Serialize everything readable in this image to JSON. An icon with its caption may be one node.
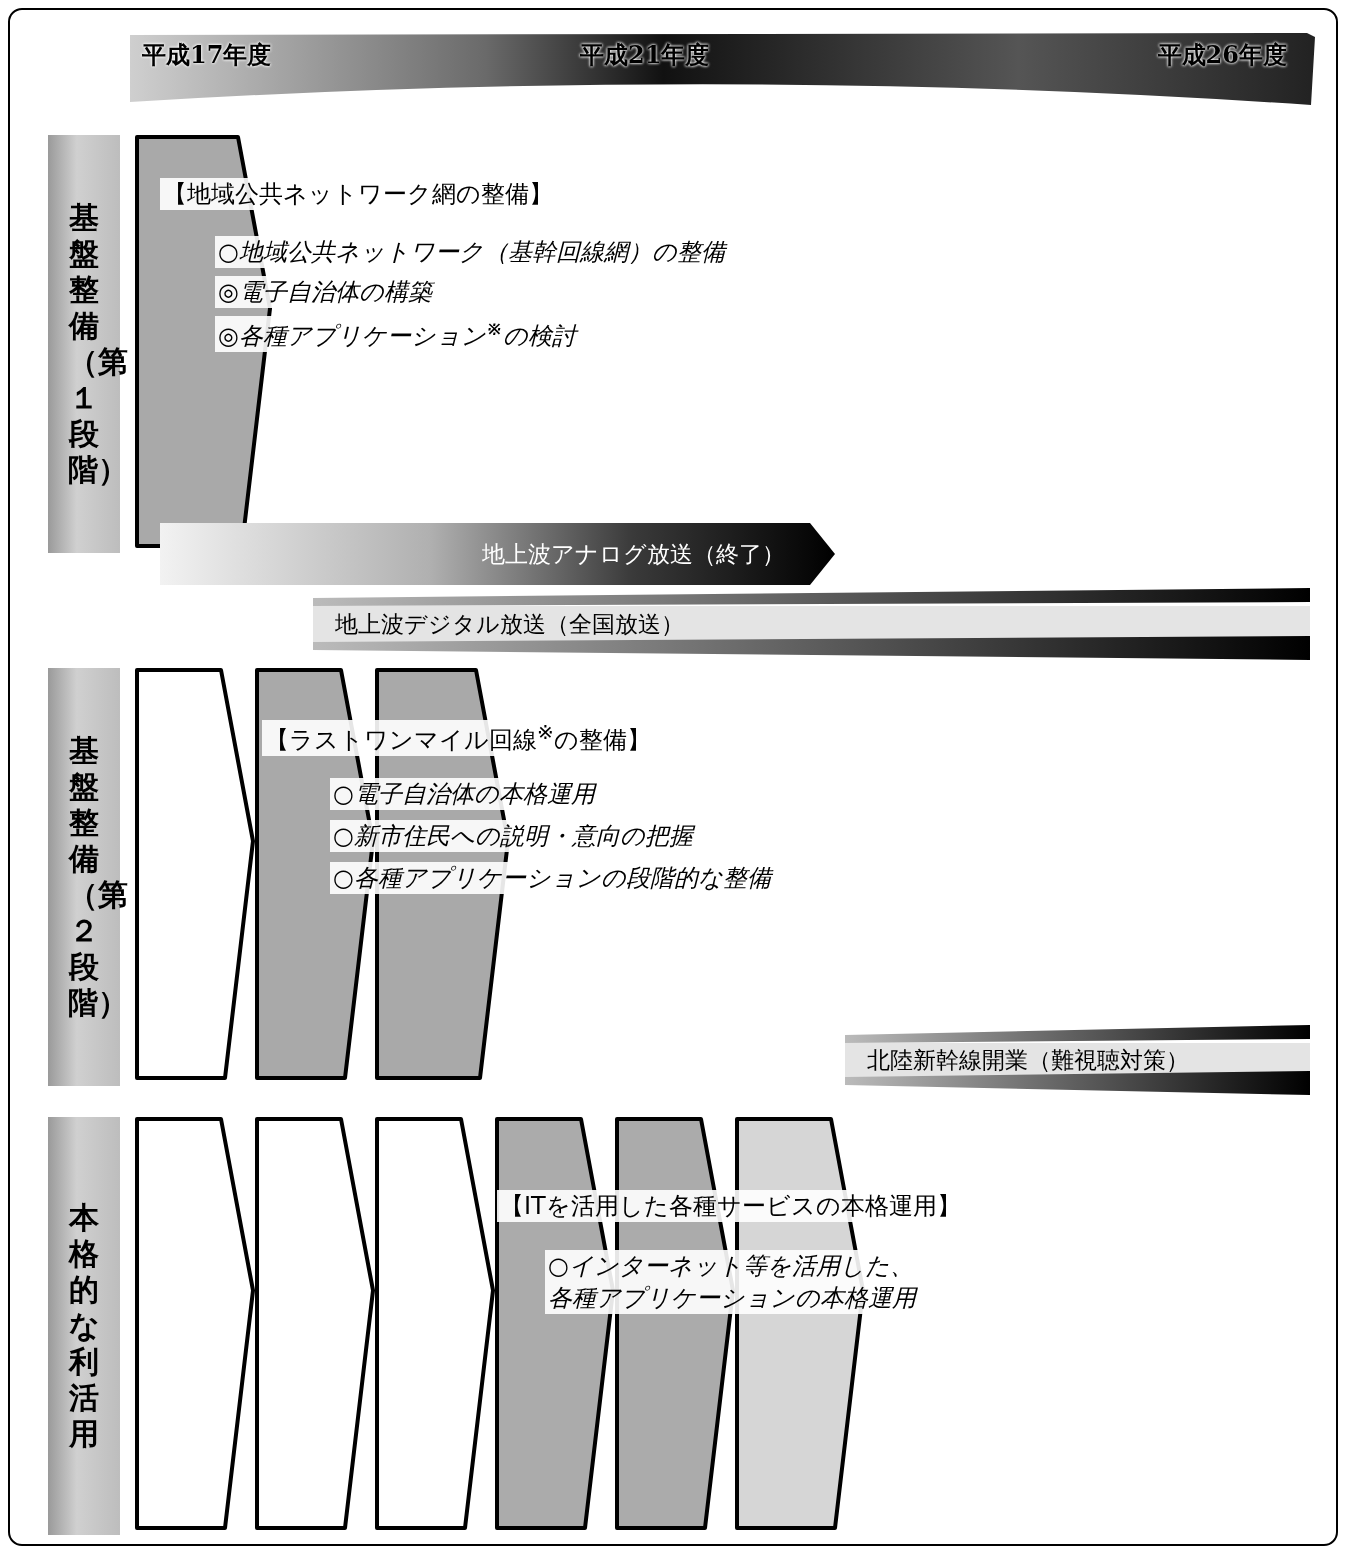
{
  "diagram": {
    "nodes": [
      {
        "text": [
          "平成17年度",
          "平成21年度",
          "平成26年度"
        ]
      },
      {
        "text": [
          "基盤整備（第１段階）"
        ]
      },
      {
        "text": [],
        "shape": "chevron"
      },
      {
        "text": [
          "地上波アナログ放送（終了）"
        ]
      },
      {
        "text": [
          "地上波デジタル放送（全国放送）"
        ]
      },
      {
        "text": [
          "基盤整備（第２段階）"
        ]
      },
      {
        "text": [],
        "shape": "chevron"
      },
      {
        "text": [],
        "shape": "chevron"
      },
      {
        "text": [],
        "shape": "chevron"
      },
      {
        "text": [
          "北陸新幹線開業（難視聴対策）"
        ]
      },
      {
        "text": [
          "本格的な利活用"
        ]
      },
      {
        "text": [],
        "shape": "chevron"
      },
      {
        "text": [],
        "shape": "chevron"
      },
      {
        "text": [],
        "shape": "chevron"
      },
      {
        "text": [],
        "shape": "chevron"
      },
      {
        "text": [],
        "shape": "chevron"
      },
      {
        "text": [],
        "shape": "chevron"
      }
    ],
    "edges": [],
    "labels": [
      "【地域公共ネットワーク網の整備】",
      "○地域公共ネットワーク（基幹回線網）の整備",
      "◎電子自治体の構築",
      "◎各種アプリケーション$^{※}$の検討",
      "【ラストワンマイル回線$^{※}$の整備】",
      "○電子自治体の本格運用",
      "○新市住民への説明・意向の把握",
      "○各種アプリケーションの段階的な整備",
      "【ITを活用した各種サービスの本格運用】",
      "○インターネット等を活用した、各種アプリケーションの本格運用"
    ]
  }
}
